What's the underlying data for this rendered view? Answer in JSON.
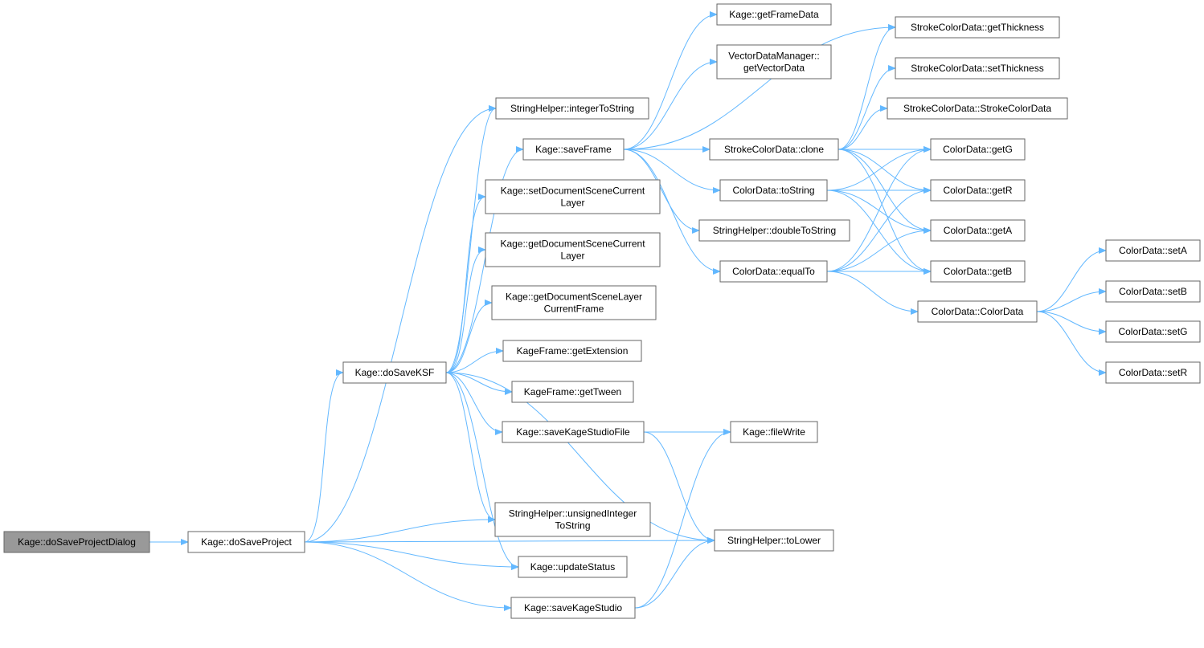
{
  "diagram": {
    "nodes": [
      {
        "id": "doSaveProjectDialog",
        "lines": [
          "Kage::doSaveProjectDialog"
        ],
        "root": true
      },
      {
        "id": "doSaveProject",
        "lines": [
          "Kage::doSaveProject"
        ]
      },
      {
        "id": "doSaveKSF",
        "lines": [
          "Kage::doSaveKSF"
        ]
      },
      {
        "id": "integerToString",
        "lines": [
          "StringHelper::integerToString"
        ]
      },
      {
        "id": "saveFrame",
        "lines": [
          "Kage::saveFrame"
        ]
      },
      {
        "id": "setDocSceneCurrentLayer",
        "lines": [
          "Kage::setDocumentSceneCurrent",
          "Layer"
        ]
      },
      {
        "id": "getDocSceneCurrentLayer",
        "lines": [
          "Kage::getDocumentSceneCurrent",
          "Layer"
        ]
      },
      {
        "id": "getDocSceneLayerCurrentFrame",
        "lines": [
          "Kage::getDocumentSceneLayer",
          "CurrentFrame"
        ]
      },
      {
        "id": "getExtension",
        "lines": [
          "KageFrame::getExtension"
        ]
      },
      {
        "id": "getTween",
        "lines": [
          "KageFrame::getTween"
        ]
      },
      {
        "id": "saveKageStudioFile",
        "lines": [
          "Kage::saveKageStudioFile"
        ]
      },
      {
        "id": "unsignedIntegerToString",
        "lines": [
          "StringHelper::unsignedInteger",
          "ToString"
        ]
      },
      {
        "id": "updateStatus",
        "lines": [
          "Kage::updateStatus"
        ]
      },
      {
        "id": "saveKageStudio",
        "lines": [
          "Kage::saveKageStudio"
        ]
      },
      {
        "id": "getFrameData",
        "lines": [
          "Kage::getFrameData"
        ]
      },
      {
        "id": "getVectorData",
        "lines": [
          "VectorDataManager::",
          "getVectorData"
        ]
      },
      {
        "id": "strokeClone",
        "lines": [
          "StrokeColorData::clone"
        ]
      },
      {
        "id": "colorToString",
        "lines": [
          "ColorData::toString"
        ]
      },
      {
        "id": "doubleToString",
        "lines": [
          "StringHelper::doubleToString"
        ]
      },
      {
        "id": "equalTo",
        "lines": [
          "ColorData::equalTo"
        ]
      },
      {
        "id": "fileWrite",
        "lines": [
          "Kage::fileWrite"
        ]
      },
      {
        "id": "toLower",
        "lines": [
          "StringHelper::toLower"
        ]
      },
      {
        "id": "getThickness",
        "lines": [
          "StrokeColorData::getThickness"
        ]
      },
      {
        "id": "setThickness",
        "lines": [
          "StrokeColorData::setThickness"
        ]
      },
      {
        "id": "strokeCtor",
        "lines": [
          "StrokeColorData::StrokeColorData"
        ]
      },
      {
        "id": "getG",
        "lines": [
          "ColorData::getG"
        ]
      },
      {
        "id": "getR",
        "lines": [
          "ColorData::getR"
        ]
      },
      {
        "id": "getA",
        "lines": [
          "ColorData::getA"
        ]
      },
      {
        "id": "getB",
        "lines": [
          "ColorData::getB"
        ]
      },
      {
        "id": "colorCtor",
        "lines": [
          "ColorData::ColorData"
        ]
      },
      {
        "id": "setA",
        "lines": [
          "ColorData::setA"
        ]
      },
      {
        "id": "setB",
        "lines": [
          "ColorData::setB"
        ]
      },
      {
        "id": "setG",
        "lines": [
          "ColorData::setG"
        ]
      },
      {
        "id": "setR",
        "lines": [
          "ColorData::setR"
        ]
      }
    ],
    "edges": [
      [
        "doSaveProjectDialog",
        "doSaveProject"
      ],
      [
        "doSaveProject",
        "doSaveKSF"
      ],
      [
        "doSaveProject",
        "integerToString"
      ],
      [
        "doSaveProject",
        "unsignedIntegerToString"
      ],
      [
        "doSaveProject",
        "updateStatus"
      ],
      [
        "doSaveProject",
        "saveKageStudio"
      ],
      [
        "doSaveProject",
        "toLower"
      ],
      [
        "doSaveKSF",
        "integerToString"
      ],
      [
        "doSaveKSF",
        "saveFrame"
      ],
      [
        "doSaveKSF",
        "setDocSceneCurrentLayer"
      ],
      [
        "doSaveKSF",
        "getDocSceneCurrentLayer"
      ],
      [
        "doSaveKSF",
        "getDocSceneLayerCurrentFrame"
      ],
      [
        "doSaveKSF",
        "getExtension"
      ],
      [
        "doSaveKSF",
        "getTween"
      ],
      [
        "doSaveKSF",
        "saveKageStudioFile"
      ],
      [
        "doSaveKSF",
        "unsignedIntegerToString"
      ],
      [
        "doSaveKSF",
        "updateStatus"
      ],
      [
        "doSaveKSF",
        "toLower"
      ],
      [
        "saveFrame",
        "getFrameData"
      ],
      [
        "saveFrame",
        "getVectorData"
      ],
      [
        "saveFrame",
        "getThickness"
      ],
      [
        "saveFrame",
        "strokeClone"
      ],
      [
        "saveFrame",
        "colorToString"
      ],
      [
        "saveFrame",
        "doubleToString"
      ],
      [
        "saveFrame",
        "equalTo"
      ],
      [
        "strokeClone",
        "getThickness"
      ],
      [
        "strokeClone",
        "setThickness"
      ],
      [
        "strokeClone",
        "strokeCtor"
      ],
      [
        "strokeClone",
        "getG"
      ],
      [
        "strokeClone",
        "getR"
      ],
      [
        "strokeClone",
        "getA"
      ],
      [
        "strokeClone",
        "getB"
      ],
      [
        "colorToString",
        "getG"
      ],
      [
        "colorToString",
        "getR"
      ],
      [
        "colorToString",
        "getA"
      ],
      [
        "colorToString",
        "getB"
      ],
      [
        "equalTo",
        "getG"
      ],
      [
        "equalTo",
        "getR"
      ],
      [
        "equalTo",
        "getA"
      ],
      [
        "equalTo",
        "getB"
      ],
      [
        "equalTo",
        "colorCtor"
      ],
      [
        "colorCtor",
        "setA"
      ],
      [
        "colorCtor",
        "setB"
      ],
      [
        "colorCtor",
        "setG"
      ],
      [
        "colorCtor",
        "setR"
      ],
      [
        "saveKageStudioFile",
        "fileWrite"
      ],
      [
        "saveKageStudioFile",
        "toLower"
      ],
      [
        "saveKageStudio",
        "fileWrite"
      ],
      [
        "saveKageStudio",
        "toLower"
      ]
    ]
  }
}
